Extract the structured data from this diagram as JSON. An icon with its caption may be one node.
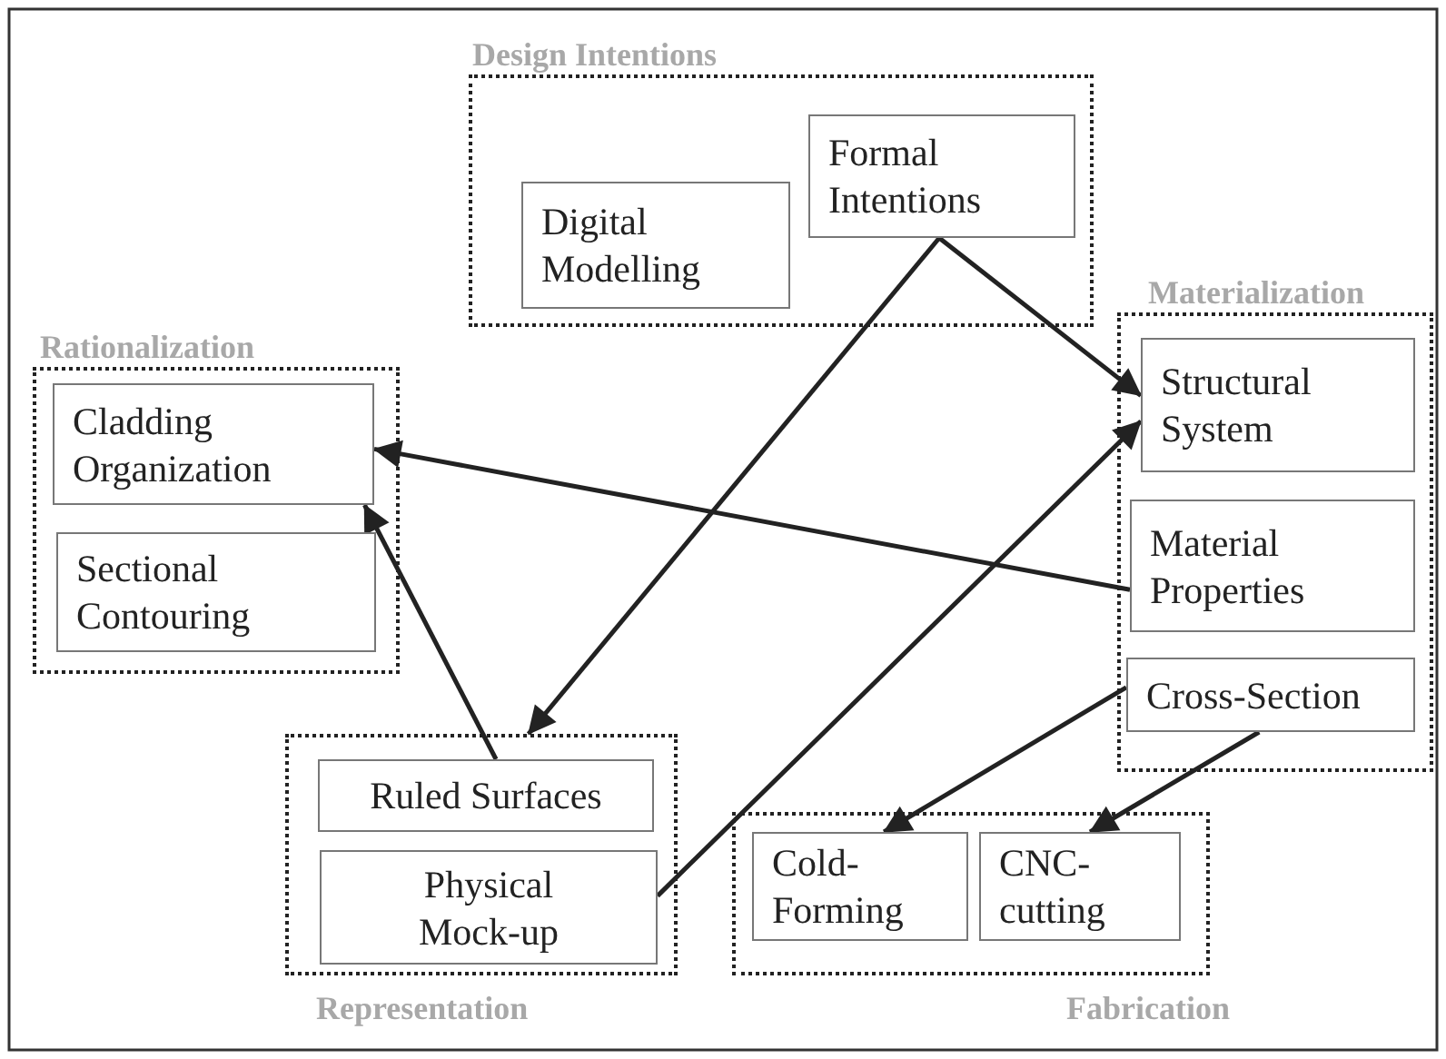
{
  "diagram": {
    "nodes": [
      {
        "text": [
          "Design Intentions"
        ]
      },
      {
        "text": [
          "Digital Modelling"
        ],
        "in": 0
      },
      {
        "text": [
          "Formal Intentions"
        ],
        "in": 0
      },
      {
        "text": [
          "Materialization"
        ]
      },
      {
        "text": [
          "Structural System"
        ],
        "in": 3
      },
      {
        "text": [
          "Material Properties"
        ],
        "in": 3
      },
      {
        "text": [
          "Cross-Section"
        ],
        "in": 3
      },
      {
        "text": [
          "Rationalization"
        ]
      },
      {
        "text": [
          "Cladding Organization"
        ],
        "in": 7
      },
      {
        "text": [
          "Sectional Contouring"
        ],
        "in": 7
      },
      {
        "text": [
          "Representation"
        ]
      },
      {
        "text": [
          "Ruled Surfaces"
        ],
        "in": 10
      },
      {
        "text": [
          "Physical Mock-up"
        ],
        "in": 10
      },
      {
        "text": [
          "Fabrication"
        ]
      },
      {
        "text": [
          "Cold-Forming"
        ],
        "in": 13
      },
      {
        "text": [
          "CNC-cutting"
        ],
        "in": 13
      }
    ],
    "edges": [
      {
        "from": 2,
        "to": 4,
        "arrow": "to"
      },
      {
        "from": 2,
        "to": 10,
        "arrow": "to"
      },
      {
        "from": 5,
        "to": 8,
        "arrow": "to"
      },
      {
        "from": 11,
        "to": 8,
        "arrow": "to"
      },
      {
        "from": 12,
        "to": 4,
        "arrow": "to"
      },
      {
        "from": 6,
        "to": 14,
        "arrow": "to"
      },
      {
        "from": 6,
        "to": 15,
        "arrow": "to"
      }
    ]
  }
}
